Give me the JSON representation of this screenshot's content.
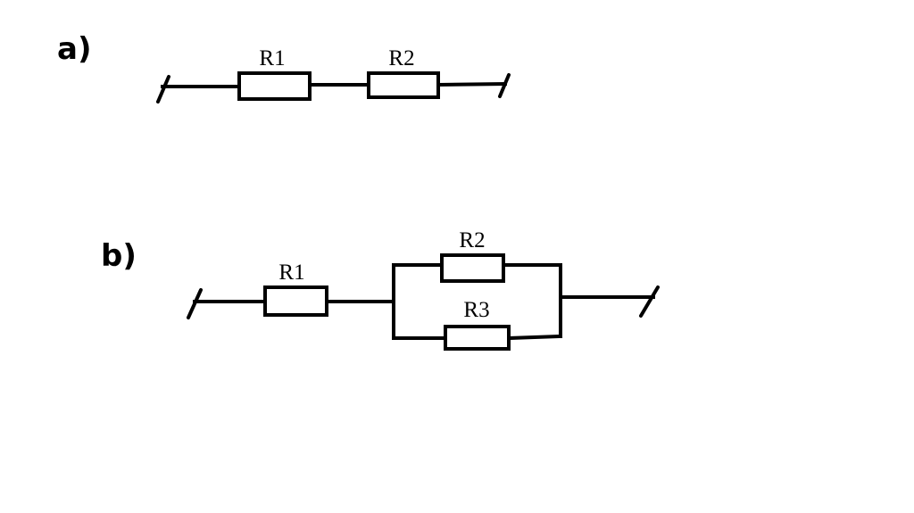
{
  "colors": {
    "background": "#ffffff",
    "ink": "#000000"
  },
  "circuit_a": {
    "panel_label": "a)",
    "resistors": [
      "R1",
      "R2"
    ]
  },
  "circuit_b": {
    "panel_label": "b)",
    "resistors": [
      "R1",
      "R2",
      "R3"
    ]
  }
}
